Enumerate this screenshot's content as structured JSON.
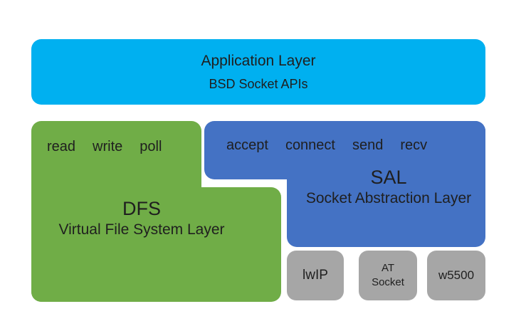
{
  "colors": {
    "background": "#FFFFFF",
    "cyan": "#00B0F0",
    "green": "#70AD47",
    "blue": "#4472C4",
    "gray": "#A6A6A6",
    "text": "#1F1F1F"
  },
  "application_layer": {
    "title": "Application Layer",
    "subtitle": "BSD Socket APIs"
  },
  "dfs_layer": {
    "operations": [
      "read",
      "write",
      "poll"
    ],
    "acronym": "DFS",
    "name": "Virtual File System Layer"
  },
  "sal_layer": {
    "operations": [
      "accept",
      "connect",
      "send",
      "recv"
    ],
    "acronym": "SAL",
    "name": "Socket Abstraction Layer"
  },
  "protocol_stacks": [
    {
      "lines": [
        "lwIP"
      ]
    },
    {
      "lines": [
        "AT",
        "Socket"
      ]
    },
    {
      "lines": [
        "w5500"
      ]
    }
  ]
}
